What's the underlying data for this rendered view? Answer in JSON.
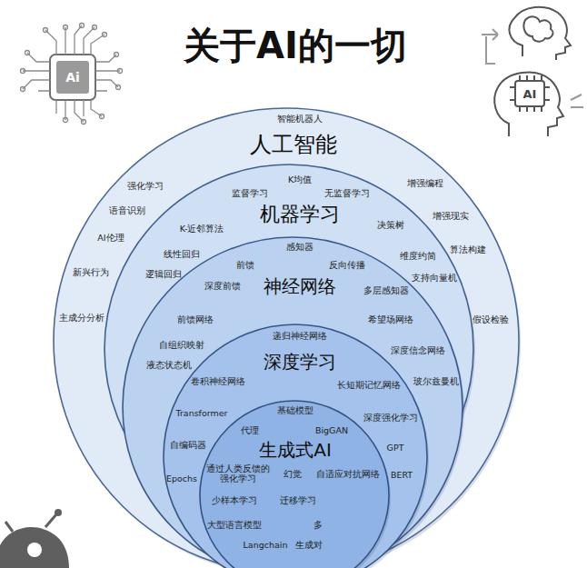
{
  "diagram": {
    "title": "关于AI的一切",
    "nodes": [
      {
        "text": [
          "人工智能",
          "智能机器人",
          "强化学习",
          "增强编程",
          "语音识别",
          "增强现实",
          "AI伦理",
          "算法构建",
          "新兴行为",
          "主成分分析",
          "假设检验"
        ]
      },
      {
        "text": [
          "机器学习",
          "K均值",
          "监督学习",
          "无监督学习",
          "K-近邻算法",
          "决策树",
          "线性回归",
          "维度约简",
          "逻辑回归",
          "支持向量机"
        ],
        "in": 0
      },
      {
        "text": [
          "神经网络",
          "感知器",
          "前馈",
          "反向传播",
          "深度前馈",
          "多层感知器",
          "前馈网络",
          "希望场网络",
          "自组织映射",
          "深度信念网络",
          "液态状态机",
          "玻尔兹曼机"
        ],
        "in": 1
      },
      {
        "text": [
          "深度学习",
          "递归神经网络",
          "卷积神经网络",
          "长短期记忆网络",
          "Transformer",
          "深度强化学习",
          "自编码器",
          "GPT",
          "Epochs",
          "BERT"
        ],
        "in": 2
      },
      {
        "text": [
          "生成式AI",
          "基础模型",
          "代理",
          "BigGAN",
          "通过人类反馈的 强化学习",
          "幻觉",
          "自适应对抗网络",
          "少样本学习",
          "迁移学习",
          "大型语言模型",
          "多",
          "Langchain",
          "生成对"
        ],
        "in": 3
      }
    ],
    "labels": [
      "Ai",
      "AI"
    ]
  }
}
